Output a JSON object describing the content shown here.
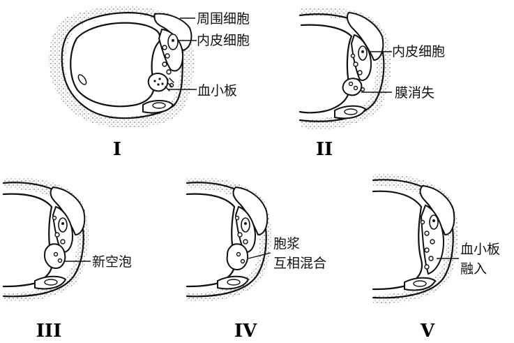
{
  "panels": [
    {
      "numeral": "I",
      "labels": [
        "周围细胞",
        "内皮细胞",
        "血小板"
      ]
    },
    {
      "numeral": "II",
      "labels": [
        "内皮细胞",
        "膜消失"
      ]
    },
    {
      "numeral": "III",
      "labels": [
        "新空泡"
      ]
    },
    {
      "numeral": "IV",
      "labels": [
        "胞浆",
        "互相混合"
      ]
    },
    {
      "numeral": "V",
      "labels": [
        "血小板",
        "融入"
      ]
    }
  ]
}
